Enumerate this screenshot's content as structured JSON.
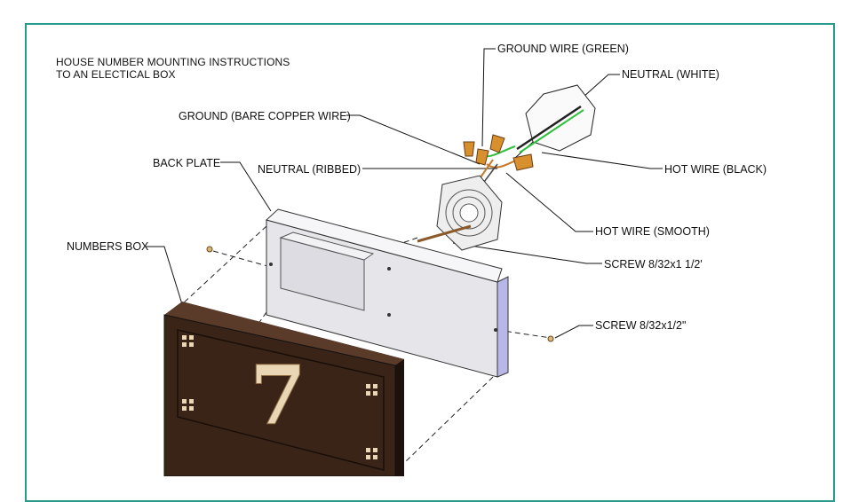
{
  "title": {
    "line1": "HOUSE NUMBER MOUNTING INSTRUCTIONS",
    "line2": "TO AN ELECTICAL BOX"
  },
  "labels": {
    "ground_wire_green": "GROUND WIRE (GREEN)",
    "neutral_white": "NEUTRAL (WHITE)",
    "ground_bare_copper": "GROUND (BARE COPPER WIRE)",
    "back_plate": "BACK PLATE",
    "neutral_ribbed": "NEUTRAL (RIBBED)",
    "hot_wire_black": "HOT WIRE (BLACK)",
    "hot_wire_smooth": "HOT WIRE (SMOOTH)",
    "numbers_box": "NUMBERS BOX",
    "screw_long": "SCREW 8/32x1 1/2'",
    "screw_short": "SCREW 8/32x1/2\""
  },
  "house_number": "7",
  "colors": {
    "frame": "#2a9a8c",
    "box_body": "#3a2418",
    "numeral": "#e8d6b4",
    "plate": "#e6e6ea",
    "plate_edge": "#b8b8e8",
    "ground_wire": "#2fbf3a",
    "copper": "#c8782a"
  }
}
